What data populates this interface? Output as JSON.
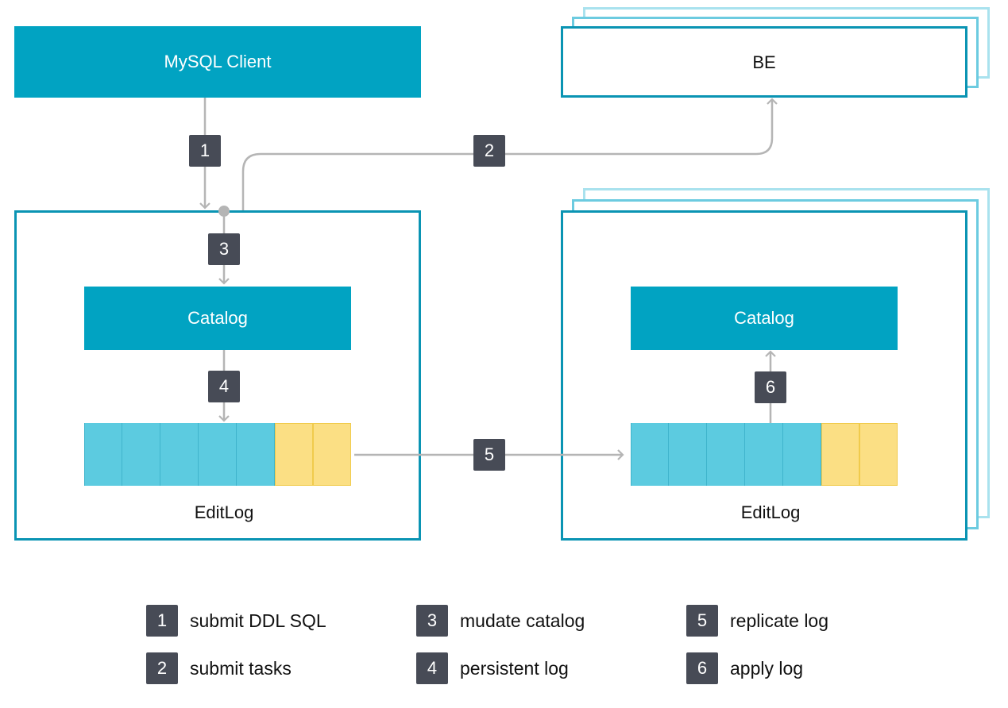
{
  "nodes": {
    "mysql_client": "MySQL Client",
    "be": "BE",
    "leader_catalog": "Catalog",
    "leader_editlog": "EditLog",
    "follower_catalog": "Catalog",
    "follower_editlog": "EditLog"
  },
  "edit_log": {
    "committed_cells": 5,
    "pending_cells": 2
  },
  "steps": [
    {
      "num": "1",
      "label": "submit DDL SQL"
    },
    {
      "num": "2",
      "label": "submit tasks"
    },
    {
      "num": "3",
      "label": "mudate catalog"
    },
    {
      "num": "4",
      "label": "persistent log"
    },
    {
      "num": "5",
      "label": "replicate log"
    },
    {
      "num": "6",
      "label": "apply log"
    }
  ],
  "colors": {
    "primary": "#01a3c2",
    "outline": "#0a94b3",
    "badge": "#474b56",
    "log_committed": "#5ccbe0",
    "log_pending": "#fbdf84",
    "connector": "#b5b5b5"
  }
}
